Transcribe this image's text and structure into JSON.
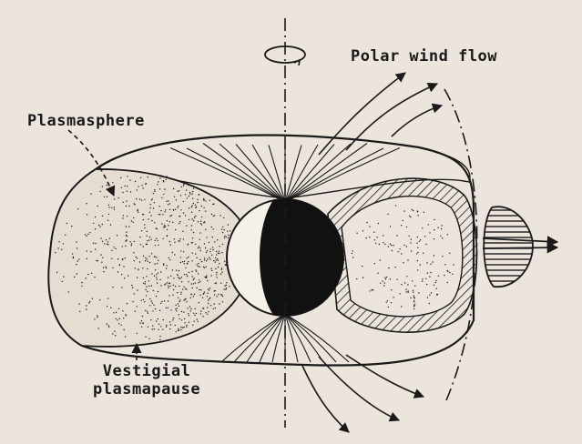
{
  "labels": {
    "polar_wind_flow": "Polar wind flow",
    "plasmasphere": "Plasmasphere",
    "vestigial_line1": "Vestigial",
    "vestigial_line2": "plasmapause"
  },
  "colors": {
    "background": "#ece5dd",
    "ink": "#1a1a1a"
  }
}
